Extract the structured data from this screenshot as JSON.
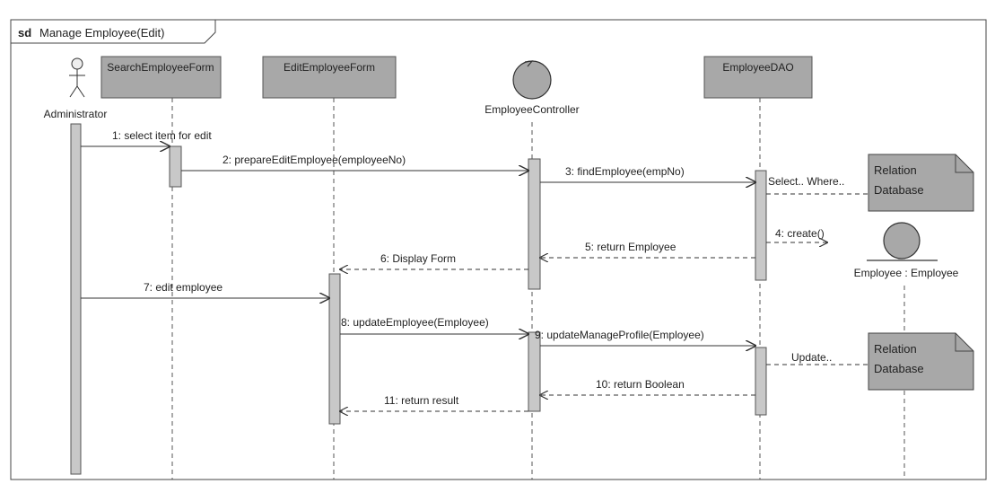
{
  "frame": {
    "keyword": "sd",
    "name": "Manage Employee(Edit)"
  },
  "participants": {
    "administrator": "Administrator",
    "search_form": "SearchEmployeeForm",
    "edit_form": "EditEmployeeForm",
    "controller": "EmployeeController",
    "dao": "EmployeeDAO",
    "employee": "Employee : Employee"
  },
  "messages": {
    "m1": "1: select item for edit",
    "m2": "2: prepareEditEmployee(employeeNo)",
    "m3": "3: findEmployee(empNo)",
    "m4": "4: create()",
    "m5": "5: return Employee",
    "m6": "6: Display Form",
    "m7": "7: edit employee",
    "m8": "8: updateEmployee(Employee)",
    "m9": "9: updateManageProfile(Employee)",
    "m10": "10: return Boolean",
    "m11": "11: return result"
  },
  "notes": {
    "select_query": "Select.. Where..",
    "update_query": "Update..",
    "db1": [
      "Relation",
      "Database"
    ],
    "db2": [
      "Relation",
      "Database"
    ]
  },
  "colors": {
    "box_fill": "#a8a8a8",
    "activation_fill": "#c8c8c8",
    "line": "#333333"
  }
}
